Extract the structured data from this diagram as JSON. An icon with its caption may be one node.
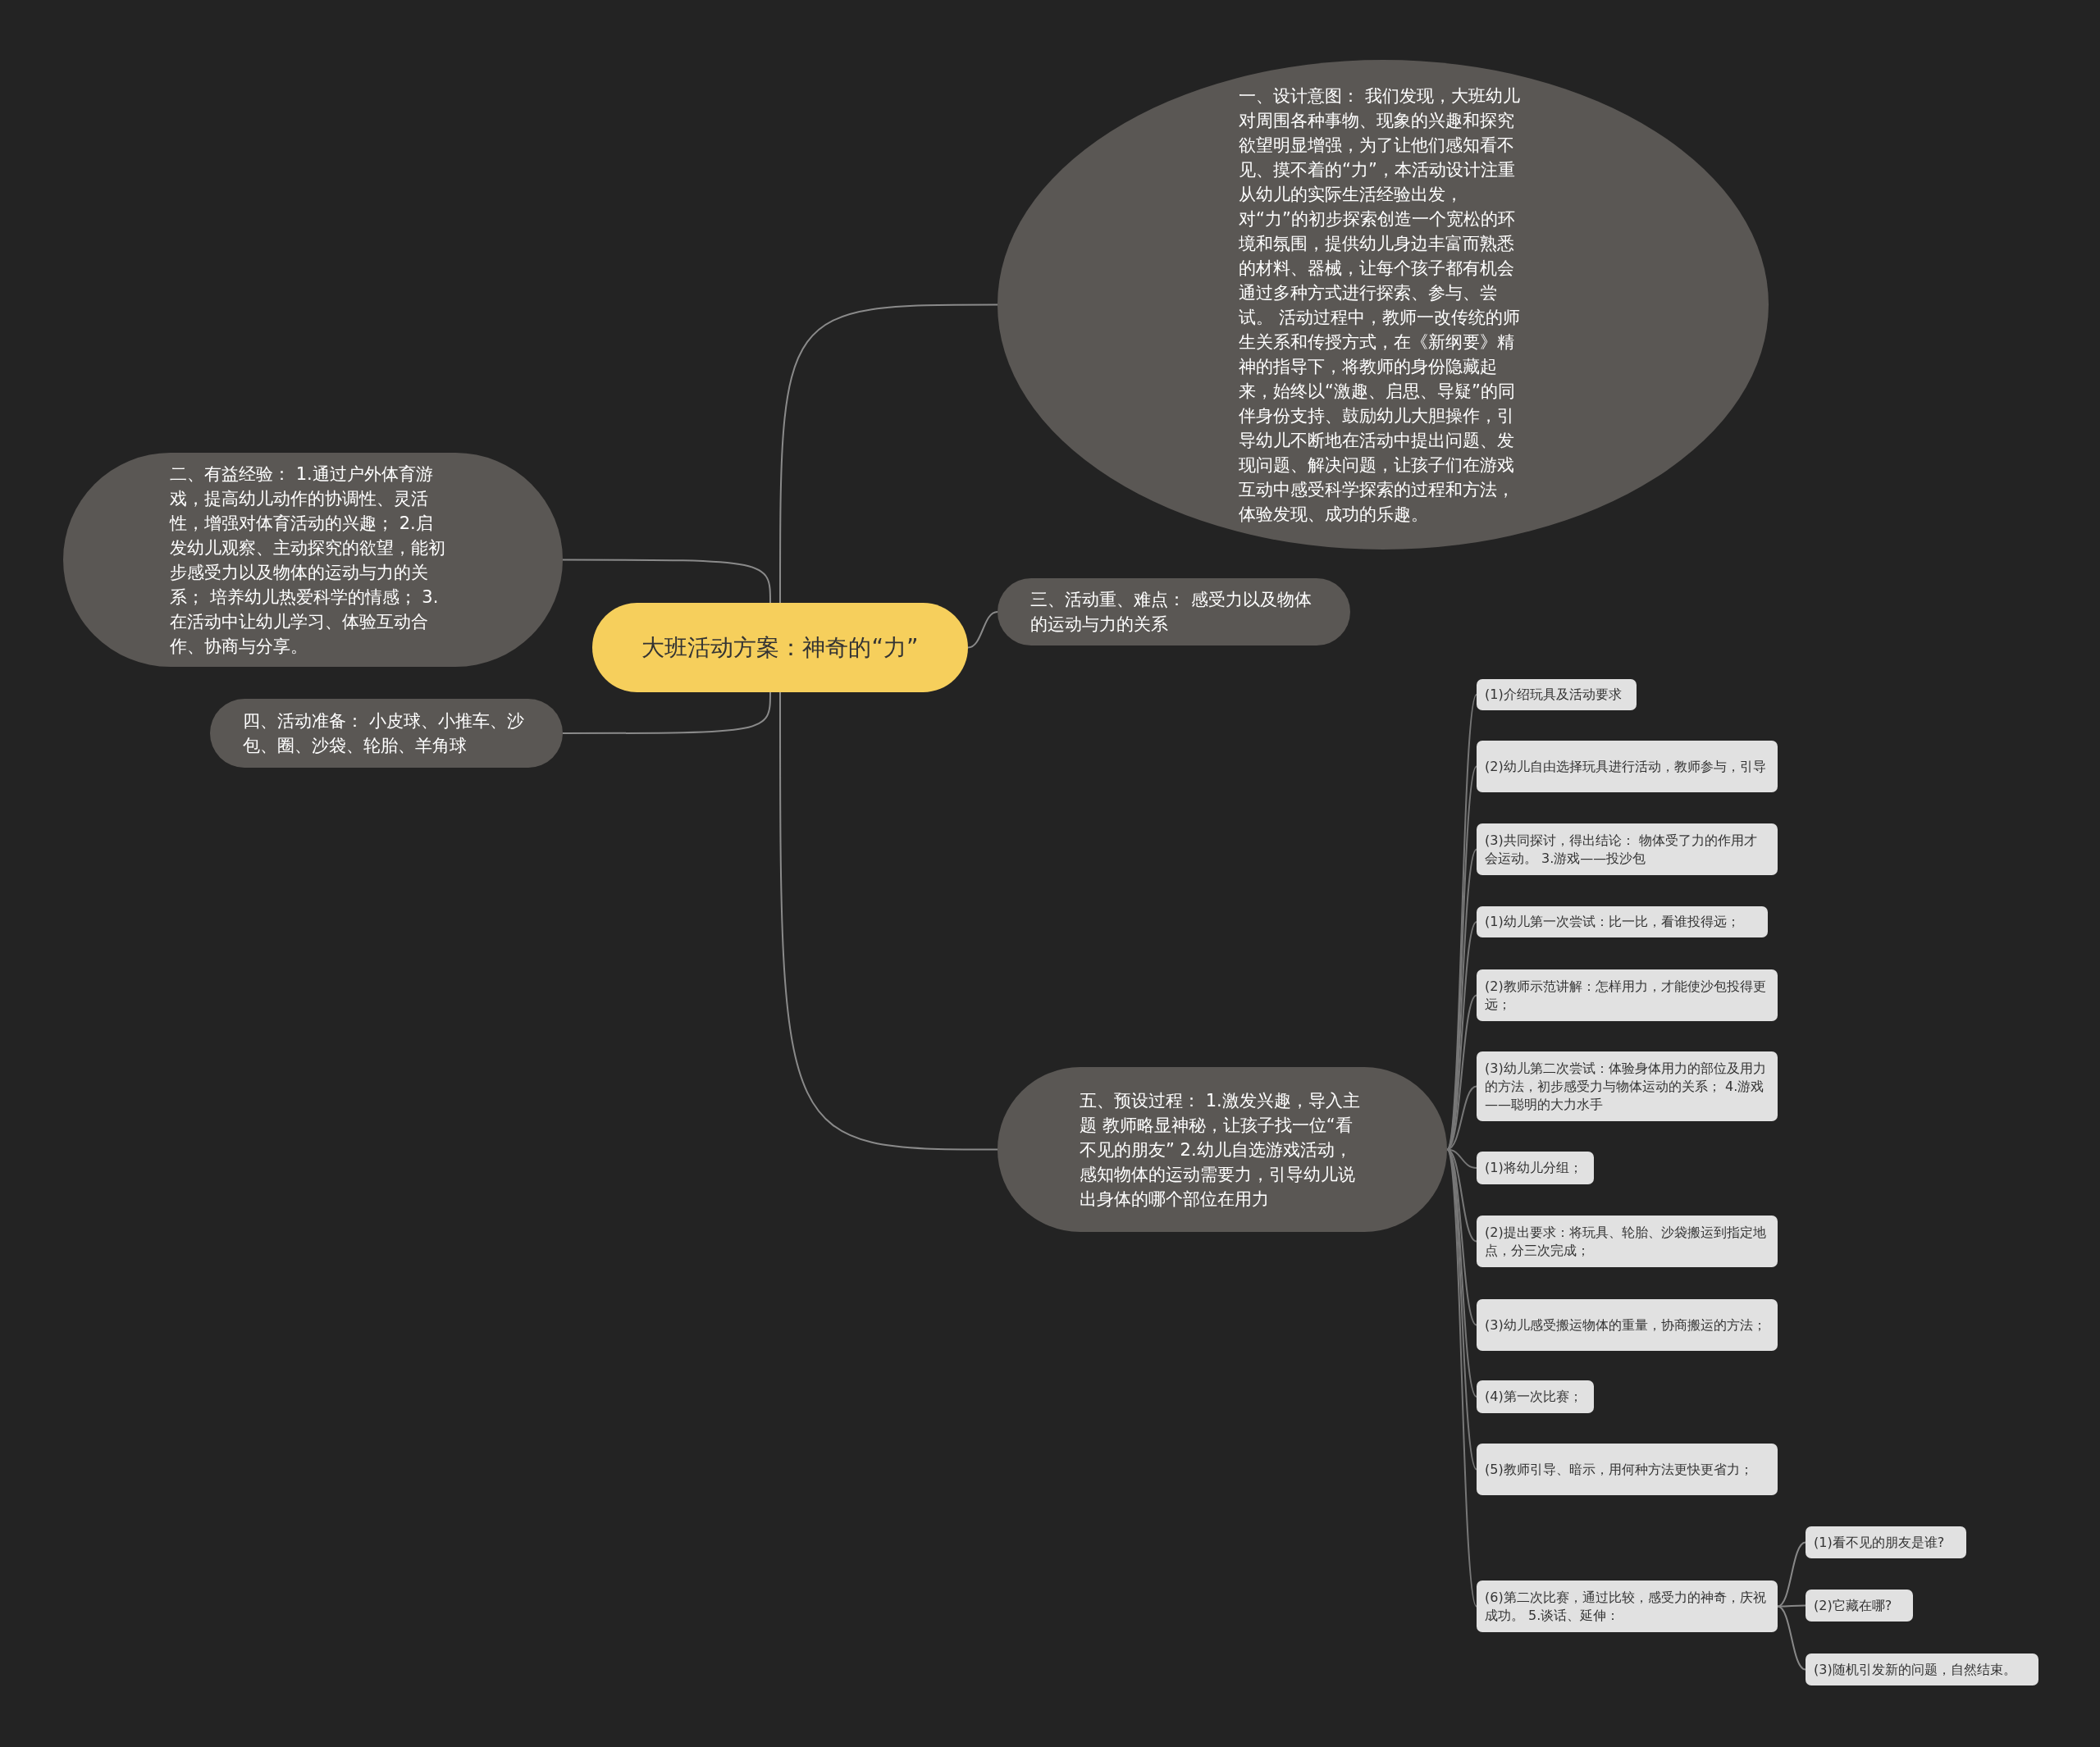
{
  "diagram": {
    "nodes": [
      {
        "text": [
          "大班活动方案：神奇的“力”"
        ]
      },
      {
        "text": [
          "一、设计意图：   我们发现，大班幼儿对周围各种事物、现象的兴趣和探究欲望明显增强，为了让他们感知看不见、摸不着的“力”，本活动设计注重从幼儿的实际生活经验出发，对“力”的初步探索创造一个宽松的环境和氛围，提供幼儿身边丰富而熟悉的材料、器械，让每个孩子都有机会通过多种方式进行探索、参与、尝试。  活动过程中，教师一改传统的师生关系和传授方式，在《新纲要》精神的指导下，将教师的身份隐藏起来，始终以“激趣、启思、导疑”的同伴身份支持、鼓励幼儿大胆操作，引导幼儿不断地在活动中提出问题、发现问题、解决问题，让孩子们在游戏互动中感受科学探索的过程和方法，体验发现、成功的乐趣。"
        ]
      },
      {
        "text": [
          "二、有益经验：   1.通过户外体育游戏，提高幼儿动作的协调性、灵活性，增强对体育活动的兴趣；   2.启发幼儿观察、主动探究的欲望，能初步感受力以及物体的运动与力的关系；  培养幼儿热爱科学的情感；    3.在活动中让幼儿学习、体验互动合作、协商与分享。"
        ]
      },
      {
        "text": [
          "三、活动重、难点：   感受力以及物体的运动与力的关系"
        ]
      },
      {
        "text": [
          "四、活动准备：   小皮球、小推车、沙包、圈、沙袋、轮胎、羊角球"
        ]
      },
      {
        "text": [
          "五、预设过程：   1.激发兴趣，导入主题  教师略显神秘，让孩子找一位“看不见的朋友”   2.幼儿自选游戏活动，感知物体的运动需要力，引导幼儿说出身体的哪个部位在用力"
        ]
      },
      {
        "text": [
          "(1)介绍玩具及活动要求"
        ]
      },
      {
        "text": [
          "(2)幼儿自由选择玩具进行活动，教师参与，引导"
        ]
      },
      {
        "text": [
          "(3)共同探讨，得出结论：   物体受了力的作用才会运动。   3.游戏——投沙包"
        ]
      },
      {
        "text": [
          "(1)幼儿第一次尝试：比一比，看谁投得远；"
        ]
      },
      {
        "text": [
          "(2)教师示范讲解：怎样用力，才能使沙包投得更远；"
        ]
      },
      {
        "text": [
          "(3)幼儿第二次尝试：体验身体用力的部位及用力的方法，初步感受力与物体运动的关系；   4.游戏——聪明的大力水手"
        ]
      },
      {
        "text": [
          "(1)将幼儿分组；"
        ]
      },
      {
        "text": [
          "(2)提出要求：将玩具、轮胎、沙袋搬运到指定地点，分三次完成；"
        ]
      },
      {
        "text": [
          "(3)幼儿感受搬运物体的重量，协商搬运的方法；"
        ]
      },
      {
        "text": [
          "(4)第一次比赛；"
        ]
      },
      {
        "text": [
          "(5)教师引导、暗示，用何种方法更快更省力；"
        ]
      },
      {
        "text": [
          "(6)第二次比赛，通过比较，感受力的神奇，庆祝成功。   5.谈话、延伸："
        ]
      },
      {
        "text": [
          "(1)看不见的朋友是谁?"
        ]
      },
      {
        "text": [
          "(2)它藏在哪?"
        ]
      },
      {
        "text": [
          "(3)随机引发新的问题，自然结束。"
        ]
      }
    ],
    "edges": [
      {
        "from": 0,
        "to": 1,
        "arrow": "none"
      },
      {
        "from": 0,
        "to": 2,
        "arrow": "none"
      },
      {
        "from": 0,
        "to": 3,
        "arrow": "none"
      },
      {
        "from": 0,
        "to": 4,
        "arrow": "none"
      },
      {
        "from": 0,
        "to": 5,
        "arrow": "none"
      },
      {
        "from": 5,
        "to": 6,
        "arrow": "none"
      },
      {
        "from": 5,
        "to": 7,
        "arrow": "none"
      },
      {
        "from": 5,
        "to": 8,
        "arrow": "none"
      },
      {
        "from": 5,
        "to": 9,
        "arrow": "none"
      },
      {
        "from": 5,
        "to": 10,
        "arrow": "none"
      },
      {
        "from": 5,
        "to": 11,
        "arrow": "none"
      },
      {
        "from": 5,
        "to": 12,
        "arrow": "none"
      },
      {
        "from": 5,
        "to": 13,
        "arrow": "none"
      },
      {
        "from": 5,
        "to": 14,
        "arrow": "none"
      },
      {
        "from": 5,
        "to": 15,
        "arrow": "none"
      },
      {
        "from": 5,
        "to": 16,
        "arrow": "none"
      },
      {
        "from": 5,
        "to": 17,
        "arrow": "none"
      },
      {
        "from": 17,
        "to": 18,
        "arrow": "none"
      },
      {
        "from": 17,
        "to": 19,
        "arrow": "none"
      },
      {
        "from": 17,
        "to": 20,
        "arrow": "none"
      }
    ]
  }
}
